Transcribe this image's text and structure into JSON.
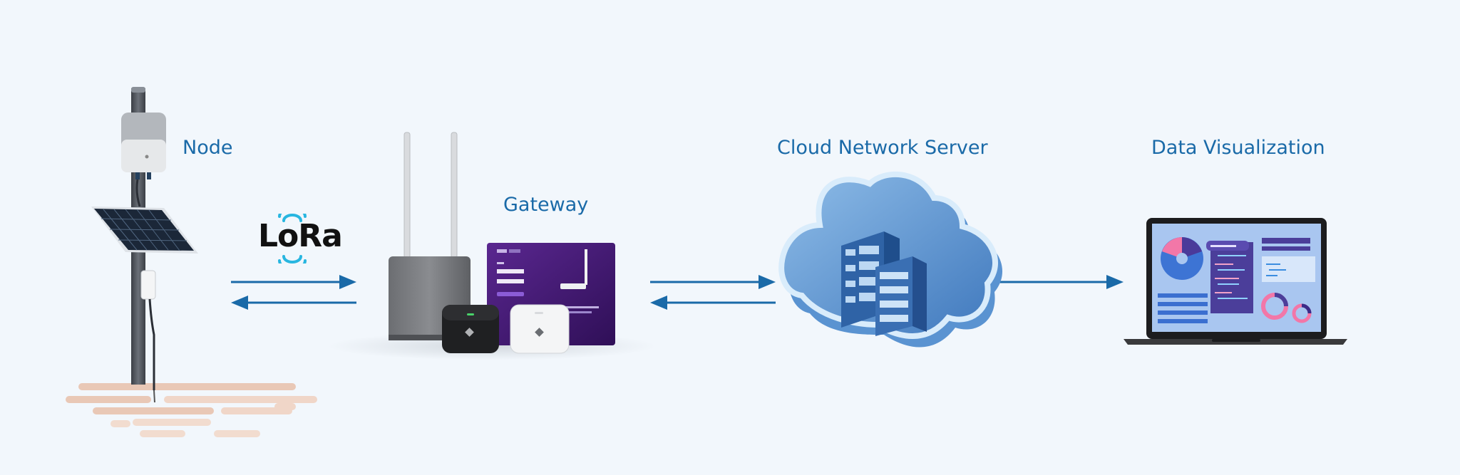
{
  "diagram": {
    "nodes": {
      "node": {
        "label": "Node"
      },
      "gateway": {
        "label": "Gateway"
      },
      "cloud": {
        "label": "Cloud Network Server"
      },
      "dataviz": {
        "label": "Data Visualization"
      }
    },
    "lora_logo": {
      "text": "LoRa"
    },
    "edges": [
      {
        "from": "node",
        "to": "gateway",
        "direction": "bidirectional"
      },
      {
        "from": "gateway",
        "to": "cloud",
        "direction": "bidirectional"
      },
      {
        "from": "cloud",
        "to": "dataviz",
        "direction": "forward"
      }
    ]
  },
  "colors": {
    "background": "#f2f7fc",
    "label": "#1a6aa8",
    "arrow": "#1a6aa8",
    "cloud": "#4a86c8",
    "gateway_panel": "#4a1d7a"
  }
}
